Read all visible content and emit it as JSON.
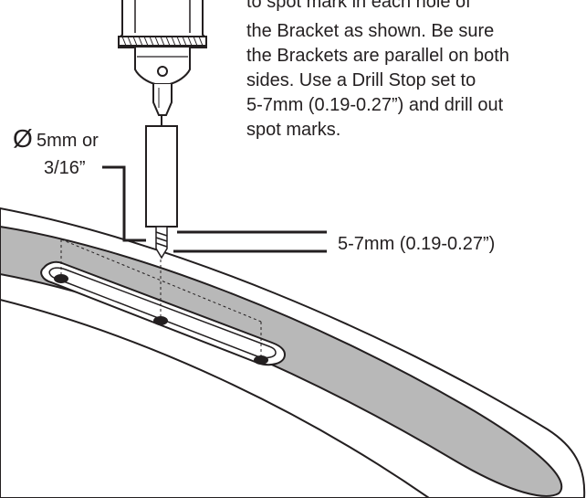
{
  "instructions": {
    "lines": [
      "to spot mark in each hole of",
      "the Bracket as shown. Be sure",
      "the Brackets are parallel on both",
      "sides. Use a Drill Stop set to",
      "5-7mm (0.19-0.27”) and drill out",
      "spot marks."
    ]
  },
  "labels": {
    "drill_size_symbol": "Ø",
    "drill_size_line1": "5mm or",
    "drill_size_line2": "3/16”",
    "depth": "5-7mm (0.19-0.27”)"
  },
  "colors": {
    "ink": "#231f20",
    "panel_gray": "#b8b8b8",
    "slot_white": "#ffffff",
    "drill_bg": "#ffffff"
  }
}
